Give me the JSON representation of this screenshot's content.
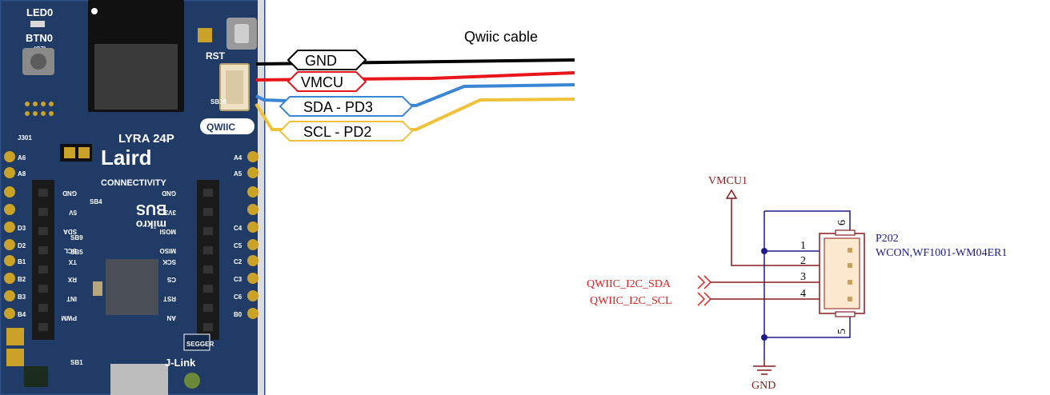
{
  "board": {
    "led_label": "LED0",
    "btn_label": "BTN0",
    "btn_sub": "(C7)",
    "rst_label": "RST",
    "j301_label": "J301",
    "module_name": "LYRA 24P",
    "brand": "Laird",
    "brand_sub": "CONNECTIVITY",
    "qwiic_logo": "QWIIC",
    "mikro_line1": "mikro",
    "mikro_line2": "BUS",
    "jlink_label": "J-Link",
    "segger_label": "SEGGER",
    "sb10": "SB10",
    "sb9": "SB9",
    "sb5": "SB5",
    "sb4": "SB4",
    "sb1": "SB1",
    "left_header_pins": [
      "A6",
      "A8",
      "D3",
      "D2",
      "B1",
      "B2",
      "B3",
      "B4"
    ],
    "right_header_pins": [
      "A4",
      "A5",
      "C4",
      "C5",
      "C2",
      "C3",
      "C6",
      "B0"
    ],
    "mikro_left_labels": [
      "GND",
      "5V",
      "SDA",
      "SCL",
      "TX",
      "RX",
      "INT",
      "PWM"
    ],
    "mikro_right_labels": [
      "GND",
      "3V3",
      "MOSI",
      "MISO",
      "SCK",
      "CS",
      "RST",
      "AN"
    ],
    "colors": {
      "board": "#1f3b66",
      "board_edge": "#2c4f85",
      "gold": "#c9a227",
      "header": "#1a1a1a"
    }
  },
  "cable": {
    "title": "Qwiic cable",
    "wires": [
      {
        "label": "GND",
        "color": "#000000"
      },
      {
        "label": "VMCU",
        "color": "#e8151b"
      },
      {
        "label": "SDA - PD3",
        "color": "#3a86d4"
      },
      {
        "label": "SCL - PD2",
        "color": "#f0c23a"
      }
    ]
  },
  "schematic": {
    "power_net": "VMCU1",
    "ground_net": "GND",
    "signal_nets": [
      "QWIIC_I2C_SDA",
      "QWIIC_I2C_SCL"
    ],
    "designator": "P202",
    "part": "WCON,WF1001-WM04ER1",
    "pin_numbers": [
      "1",
      "2",
      "3",
      "4"
    ],
    "mount_pins": [
      "6",
      "5"
    ],
    "colors": {
      "wire": "#1c1c8c",
      "net": "#8b1a1a",
      "signal": "#e0201c",
      "body": "#8b1a1a",
      "body_fill": "#fde9d0",
      "pin": "#c8a060"
    }
  }
}
